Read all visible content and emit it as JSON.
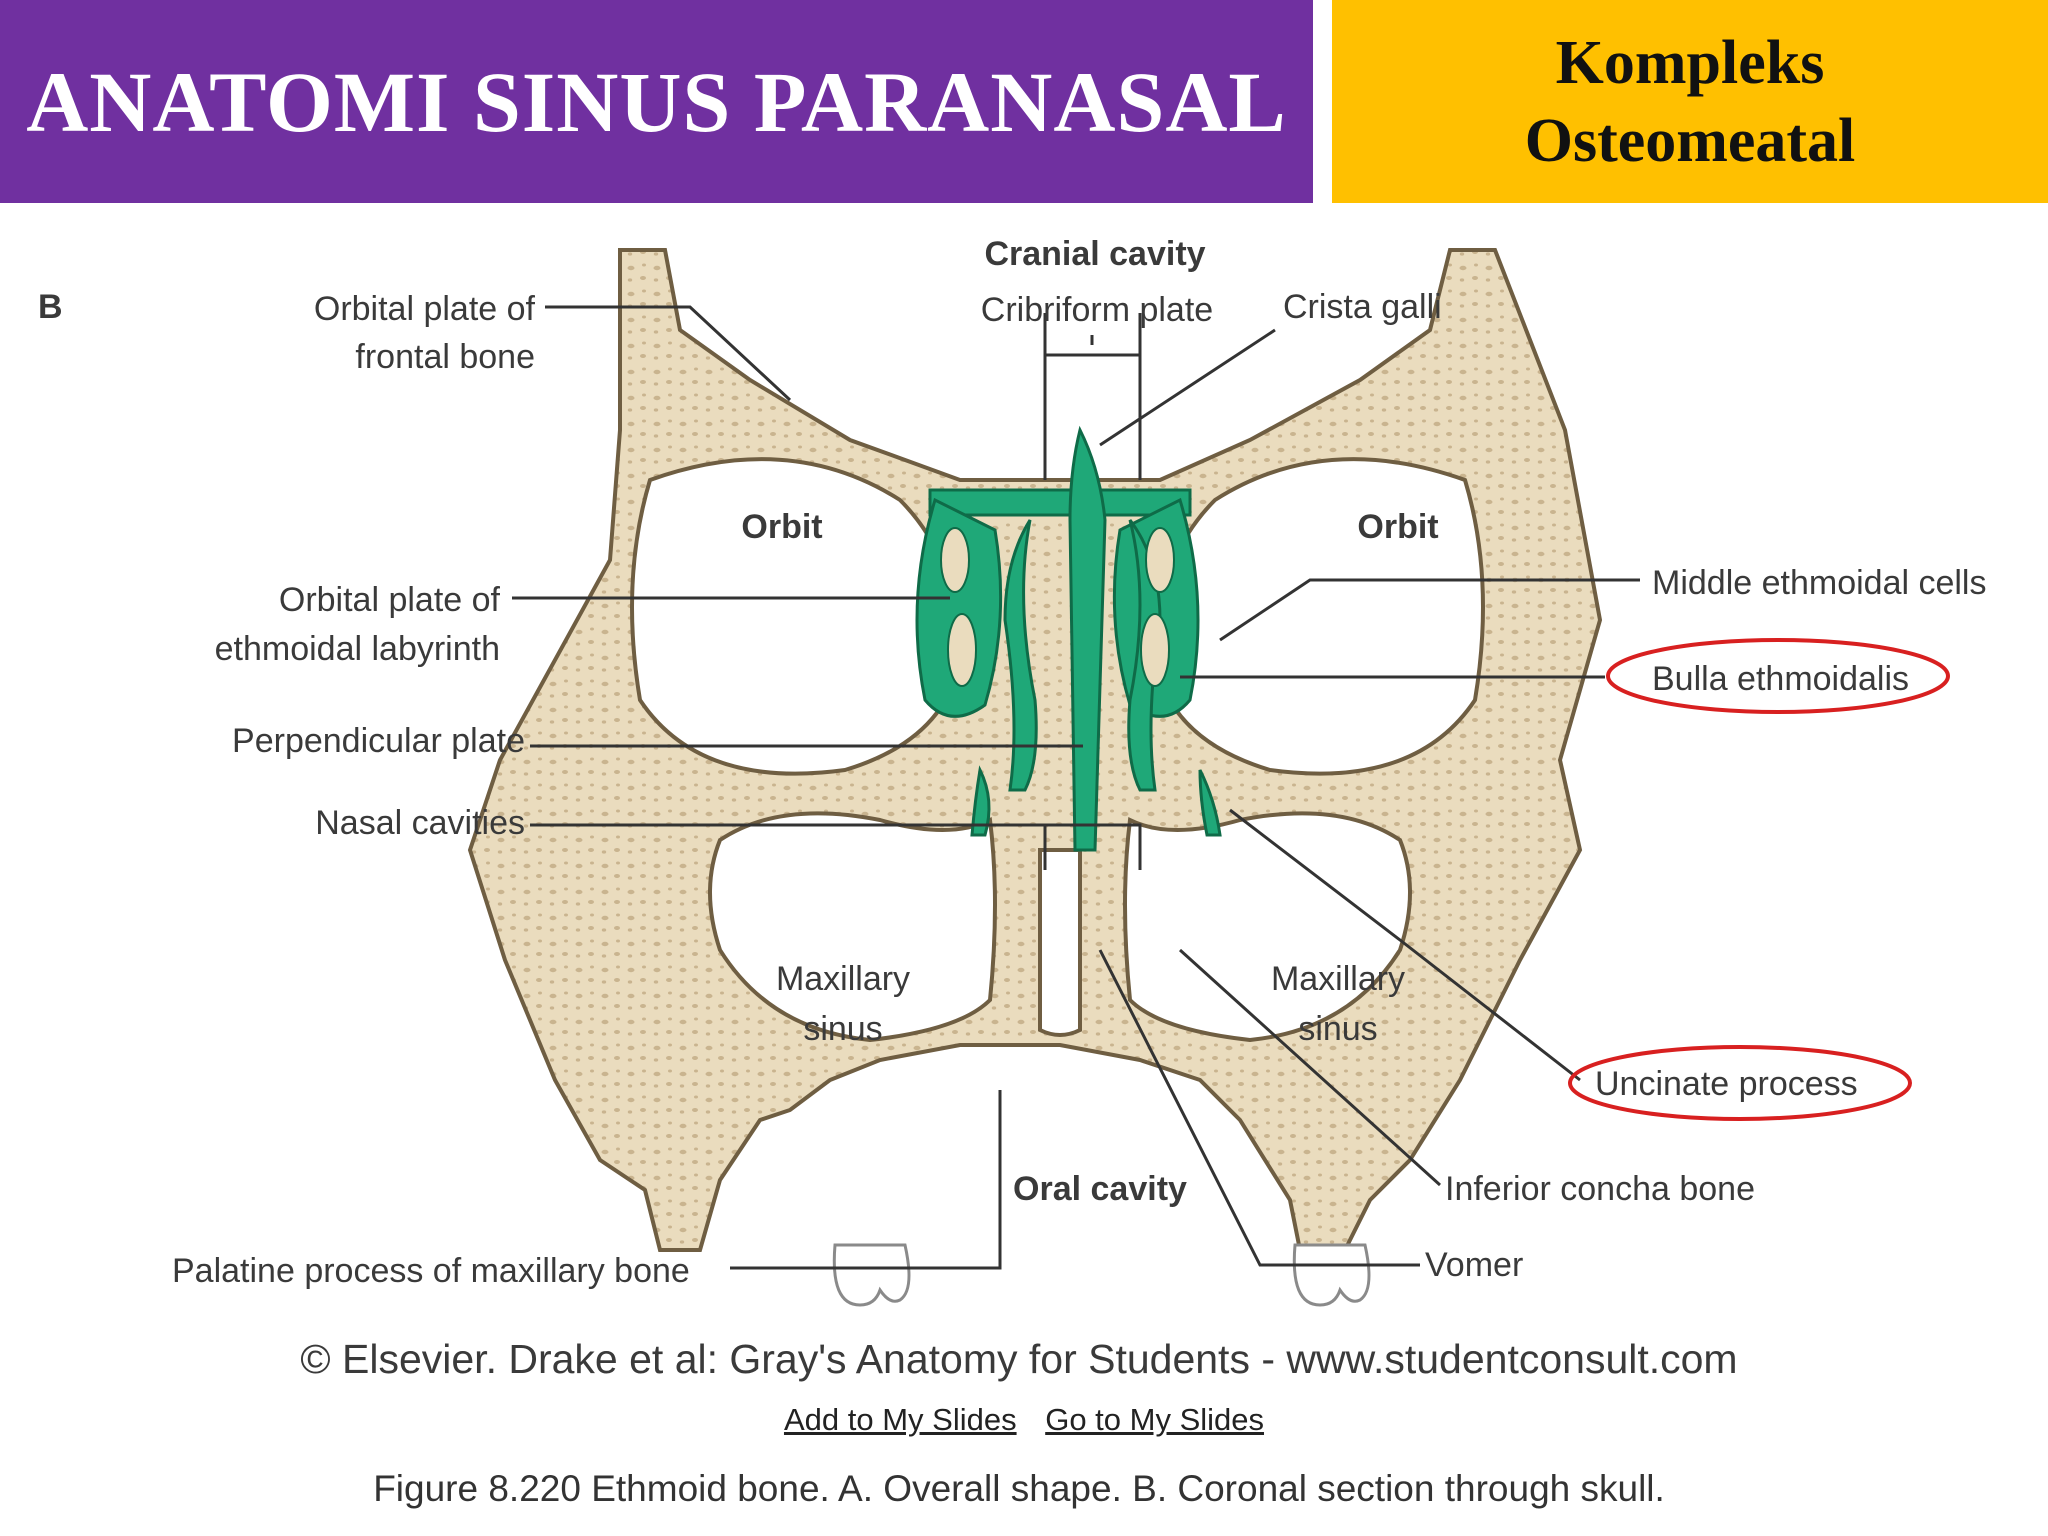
{
  "slide": {
    "title": "ANATOMI SINUS PARANASAL",
    "tag_line1": "Kompleks",
    "tag_line2": "Osteomeatal"
  },
  "figure": {
    "panel_letter": "B",
    "labels": {
      "cranial_cavity": "Cranial cavity",
      "cribriform_plate": "Cribriform plate",
      "crista_galli": "Crista galli",
      "orbital_plate_frontal_1": "Orbital plate of",
      "orbital_plate_frontal_2": "frontal bone",
      "orbit_left": "Orbit",
      "orbit_right": "Orbit",
      "orbital_plate_ethmoid_1": "Orbital plate of",
      "orbital_plate_ethmoid_2": "ethmoidal labyrinth",
      "middle_ethmoidal_cells": "Middle ethmoidal cells",
      "bulla_ethmoidalis": "Bulla ethmoidalis",
      "perpendicular_plate": "Perpendicular plate",
      "nasal_cavities": "Nasal cavities",
      "maxillary_sinus_left_1": "Maxillary",
      "maxillary_sinus_left_2": "sinus",
      "maxillary_sinus_right_1": "Maxillary",
      "maxillary_sinus_right_2": "sinus",
      "uncinate_process": "Uncinate process",
      "inferior_concha": "Inferior concha bone",
      "oral_cavity": "Oral cavity",
      "palatine_process": "Palatine process of maxillary bone",
      "vomer": "Vomer"
    },
    "credit": "© Elsevier. Drake et al: Gray's Anatomy for Students - www.studentconsult.com",
    "link_add": "Add to My Slides",
    "link_go": "Go to My Slides",
    "caption": "Figure 8.220 Ethmoid bone. A. Overall shape. B. Coronal section through skull."
  },
  "colors": {
    "title_bg": "#7030a0",
    "tag_bg": "#ffc000",
    "bone": "#eadcbe",
    "ethmoid": "#1fa878",
    "highlight": "#d82020"
  }
}
